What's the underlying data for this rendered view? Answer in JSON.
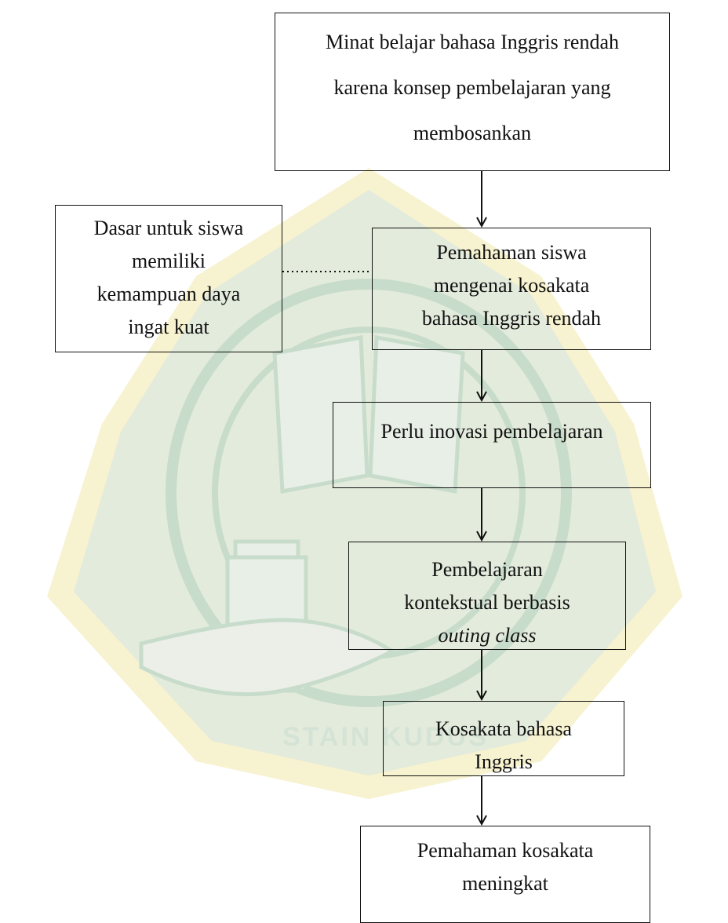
{
  "diagram": {
    "nodes": {
      "top": {
        "lines": [
          "Minat belajar bahasa Inggris rendah",
          "karena konsep pembelajaran yang",
          "membosankan"
        ]
      },
      "side": {
        "lines": [
          "Dasar untuk siswa",
          "memiliki",
          "kemampuan daya",
          "ingat kuat"
        ]
      },
      "understanding": {
        "lines": [
          "Pemahaman siswa",
          "mengenai kosakata",
          "bahasa Inggris rendah"
        ]
      },
      "innovation": {
        "lines": [
          "Perlu inovasi pembelajaran"
        ]
      },
      "contextual": {
        "lines": [
          "Pembelajaran",
          "kontekstual berbasis",
          "outing class"
        ]
      },
      "vocabulary": {
        "lines": [
          "Kosakata bahasa",
          "Inggris"
        ]
      },
      "result": {
        "lines": [
          "Pemahaman kosakata",
          "meningkat"
        ]
      }
    },
    "watermark": {
      "text": "STAIN KUDUS",
      "colors": {
        "green": "#dbe8dd",
        "yellow": "#f2ebb8"
      }
    }
  }
}
